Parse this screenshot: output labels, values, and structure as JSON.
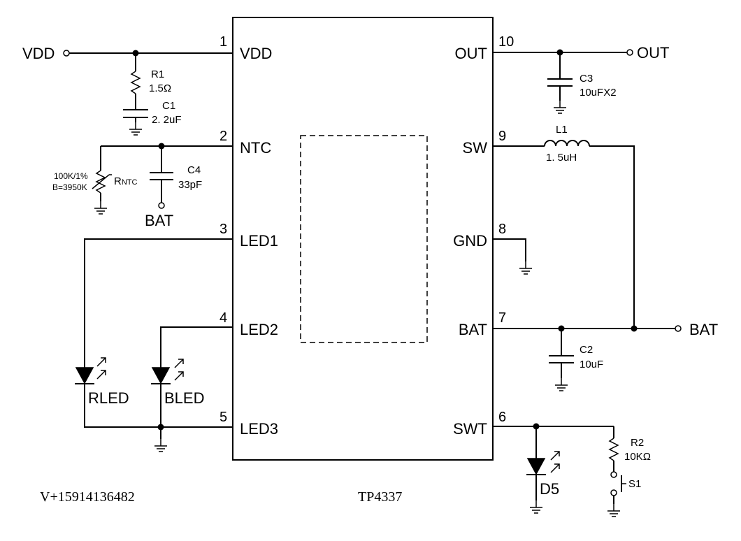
{
  "chip": {
    "part_number": "TP4337",
    "pins_left": [
      {
        "num": "1",
        "name": "VDD"
      },
      {
        "num": "2",
        "name": "NTC"
      },
      {
        "num": "3",
        "name": "LED1"
      },
      {
        "num": "4",
        "name": "LED2"
      },
      {
        "num": "5",
        "name": "LED3"
      }
    ],
    "pins_right": [
      {
        "num": "10",
        "name": "OUT"
      },
      {
        "num": "9",
        "name": "SW"
      },
      {
        "num": "8",
        "name": "GND"
      },
      {
        "num": "7",
        "name": "BAT"
      },
      {
        "num": "6",
        "name": "SWT"
      }
    ]
  },
  "terminals": {
    "vdd": "VDD",
    "out": "OUT",
    "bat_right": "BAT",
    "bat_c4": "BAT"
  },
  "components": {
    "r1": {
      "ref": "R1",
      "value": "1.5Ω"
    },
    "c1": {
      "ref": "C1",
      "value": "2. 2uF"
    },
    "rntc": {
      "ref_main": "R",
      "ref_sub": "NTC",
      "spec1": "100K/1%",
      "spec2": "B=3950K"
    },
    "c4": {
      "ref": "C4",
      "value": "33pF"
    },
    "c3": {
      "ref": "C3",
      "value": "10uFX2"
    },
    "l1": {
      "ref": "L1",
      "value": "1. 5uH"
    },
    "c2": {
      "ref": "C2",
      "value": "10uF"
    },
    "r2": {
      "ref": "R2",
      "value": "10KΩ"
    },
    "s1": {
      "ref": "S1"
    },
    "rled": {
      "ref": "RLED"
    },
    "bled": {
      "ref": "BLED"
    },
    "d5": {
      "ref": "D5"
    }
  },
  "contact": "V+15914136482"
}
